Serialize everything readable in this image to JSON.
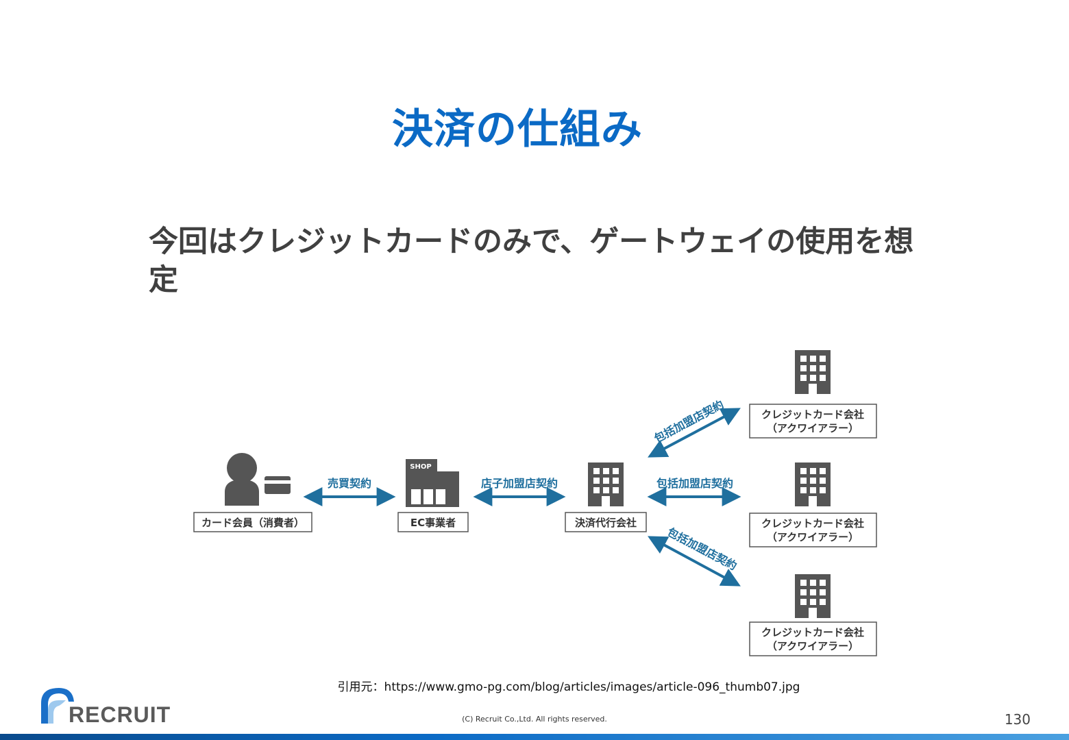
{
  "slide": {
    "title": "決済の仕組み",
    "subtitle": "今回はクレジットカードのみで、ゲートウェイの使用を想定",
    "citation": "引用元：https://www.gmo-pg.com/blog/articles/images/article-096_thumb07.jpg",
    "copyright": "(C) Recruit Co.,Ltd. All rights reserved.",
    "page_number": "130",
    "logo_text": "RECRUIT"
  },
  "diagram": {
    "nodes": {
      "consumer": "カード会員（消費者）",
      "ec_merchant": "EC事業者",
      "psp": "決済代行会社",
      "acquirer_line1": "クレジットカード会社",
      "acquirer_line2": "（アクワイアラー）",
      "shop_sign": "SHOP"
    },
    "edges": {
      "sales_contract": "売買契約",
      "sub_merchant_contract": "店子加盟店契約",
      "umbrella_contract": "包括加盟店契約"
    }
  },
  "colors": {
    "title": "#0b6ac5",
    "arrow": "#1f6f9e",
    "icon": "#555555"
  }
}
